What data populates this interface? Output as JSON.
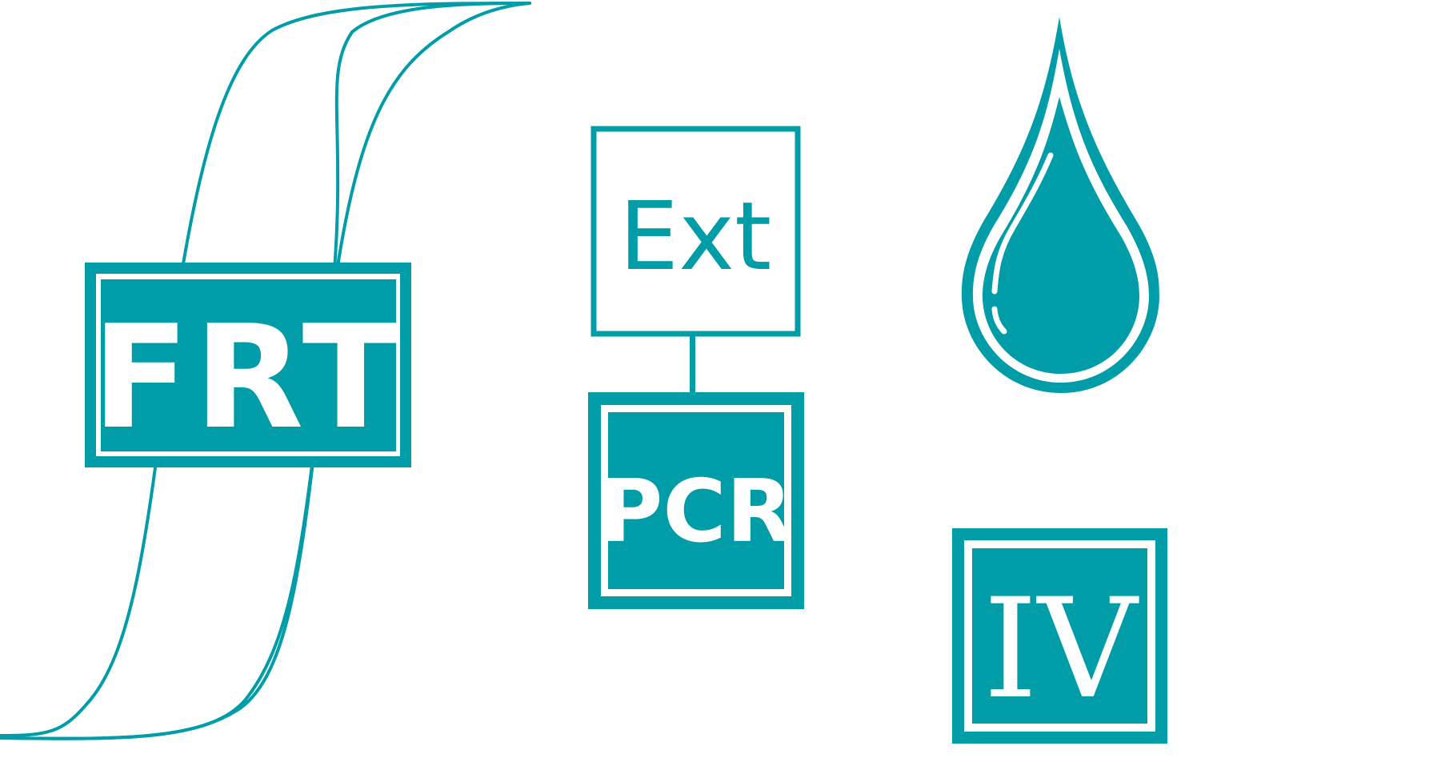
{
  "colors": {
    "accent": "#009DA8",
    "background": "#FFFFFF"
  },
  "icons": {
    "curves": "sigmoid-curves-icon",
    "drop": "drop-icon"
  },
  "labels": {
    "frt": "FRT",
    "ext": "Ext",
    "pcr": "PCR",
    "iv": "IV"
  }
}
